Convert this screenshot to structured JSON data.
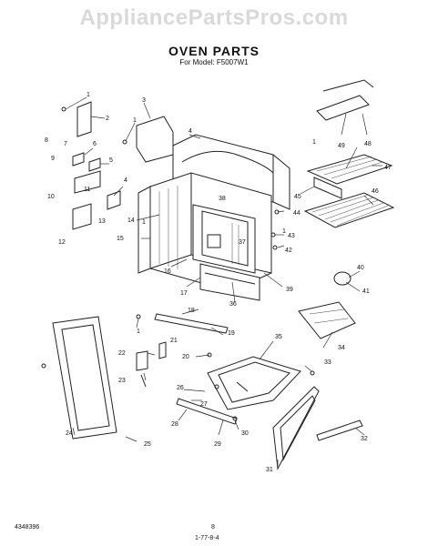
{
  "watermark": "AppliancePartsPros.com",
  "title": "OVEN PARTS",
  "subtitle": "For Model: F5007W1",
  "footer": {
    "left_code": "4348396",
    "center_page": "8",
    "center_ref": "1-77-8-4"
  },
  "callouts": [
    "1",
    "2",
    "3",
    "1",
    "4",
    "6",
    "8",
    "7",
    "5",
    "9",
    "10",
    "11",
    "4",
    "13",
    "14",
    "12",
    "15",
    "16",
    "17",
    "18",
    "1",
    "19",
    "21",
    "20",
    "22",
    "23",
    "24",
    "25",
    "26",
    "27",
    "28",
    "29",
    "30",
    "31",
    "32",
    "33",
    "35",
    "36",
    "37",
    "38",
    "39",
    "40",
    "41",
    "42",
    "43",
    "44",
    "45",
    "46",
    "47",
    "48",
    "49",
    "1",
    "34",
    "1",
    "1"
  ]
}
